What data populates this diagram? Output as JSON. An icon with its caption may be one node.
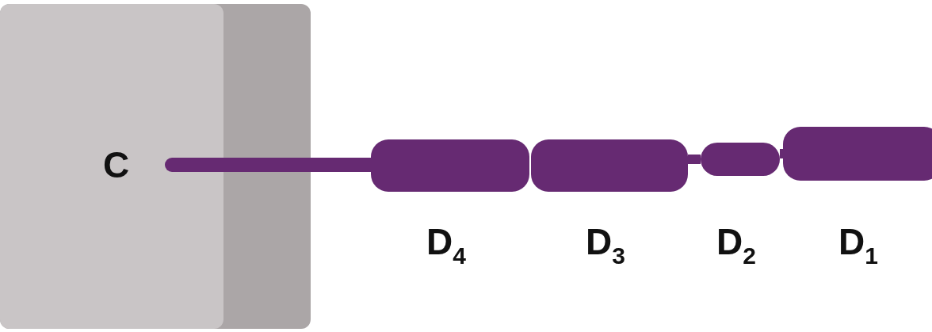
{
  "diagram": {
    "nodes": [
      {
        "text": [],
        "shape": "box"
      },
      {
        "text": [
          "C"
        ],
        "in": 0
      },
      {
        "text": [],
        "shape": "bar",
        "beside": [
          "D$_{4}$"
        ]
      },
      {
        "text": [],
        "shape": "bar",
        "beside": [
          "D$_{3}$"
        ]
      },
      {
        "text": [],
        "shape": "bar",
        "beside": [
          "D$_{2}$"
        ]
      },
      {
        "text": [],
        "shape": "bar",
        "beside": [
          "D$_{1}$"
        ]
      }
    ],
    "edges": [
      {
        "from": 1,
        "to": 2,
        "arrow": "none"
      },
      {
        "from": 3,
        "to": 4,
        "arrow": "none"
      },
      {
        "from": 4,
        "to": 5,
        "arrow": "none"
      }
    ]
  }
}
